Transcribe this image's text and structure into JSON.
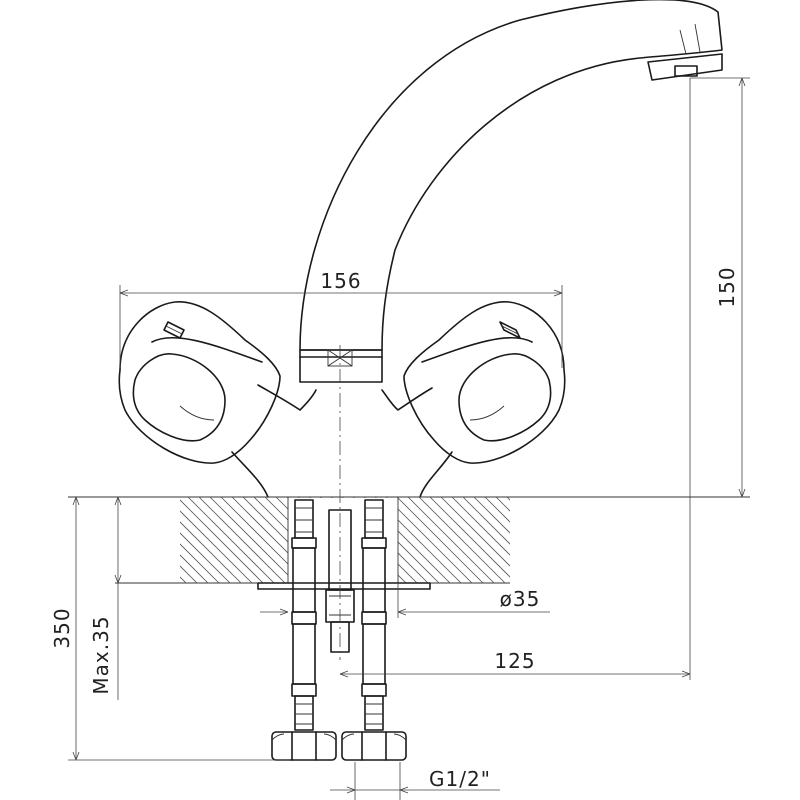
{
  "dimensions": {
    "body_width": "156",
    "spout_height": "150",
    "total_height": "350",
    "deck_thickness": "Max.35",
    "hole_diameter": "ø35",
    "spout_reach": "125",
    "connection_thread": "G1/2\""
  }
}
